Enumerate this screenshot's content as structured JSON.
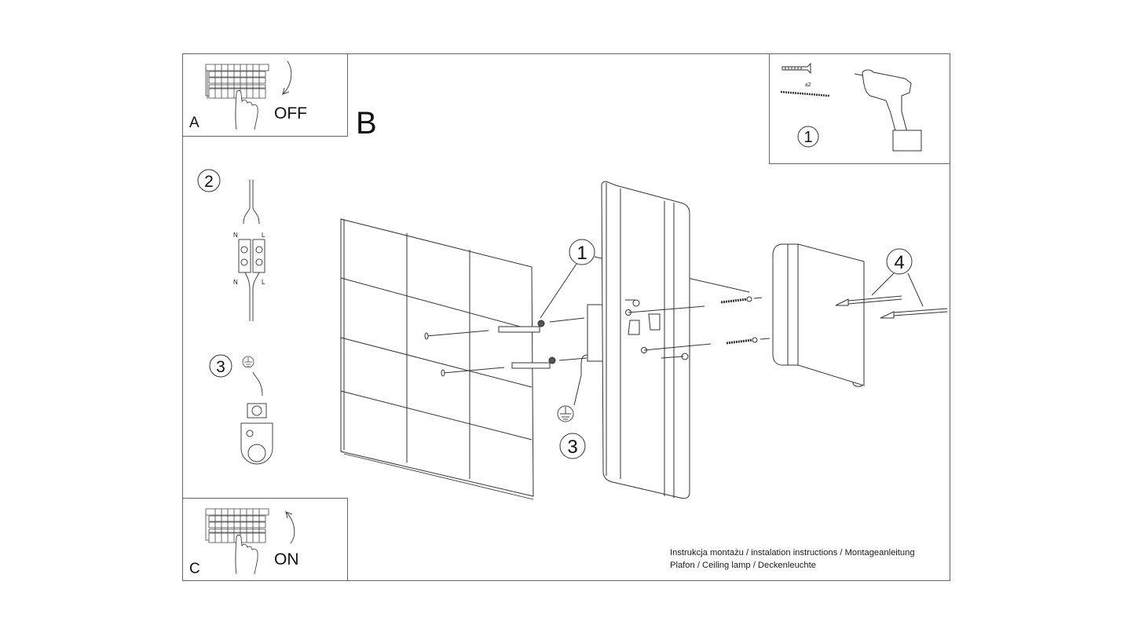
{
  "panels": {
    "a": {
      "letter": "A",
      "action": "OFF"
    },
    "b": {
      "letter": "B"
    },
    "c": {
      "letter": "C",
      "action": "ON"
    },
    "tools": {
      "step": "1",
      "quantity": "x2"
    }
  },
  "steps": {
    "wiring": {
      "step": "2",
      "neutral_top": "N",
      "live_top": "L",
      "neutral_bottom": "N",
      "live_bottom": "L"
    },
    "ground": {
      "step": "3"
    }
  },
  "main": {
    "callout_1": "1",
    "callout_3": "3",
    "callout_4": "4"
  },
  "footer": {
    "line1": "Instrukcja montażu / instalation instructions / Montageanleitung",
    "line2": "Plafon / Ceiling lamp / Deckenleuchte"
  },
  "colors": {
    "line": "#333333",
    "frame": "#555555",
    "background": "#ffffff"
  }
}
